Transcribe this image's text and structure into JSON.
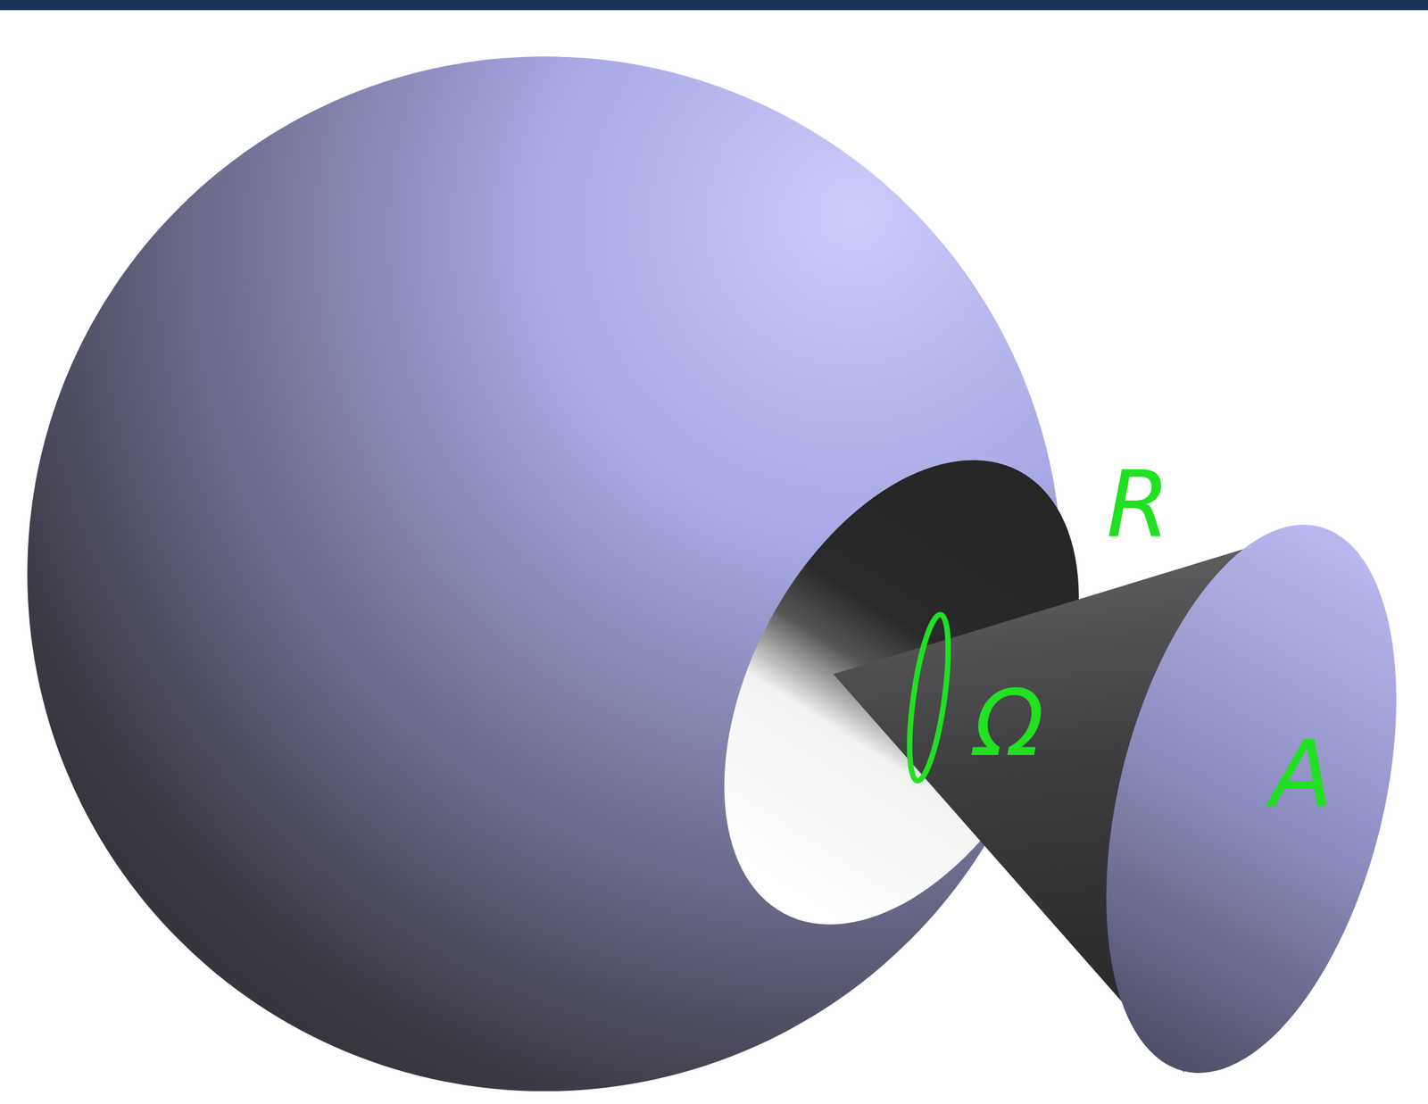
{
  "diagram": {
    "labels": [
      "R",
      "Ω",
      "A"
    ]
  }
}
